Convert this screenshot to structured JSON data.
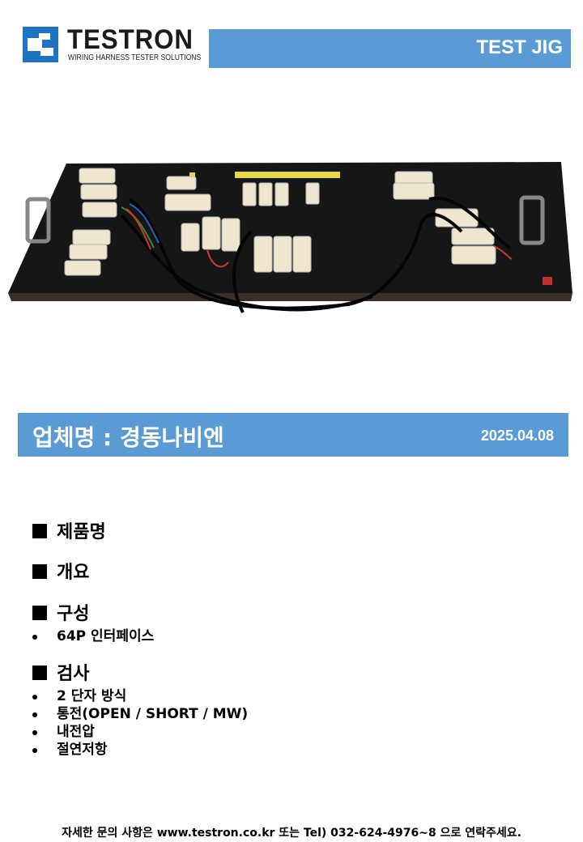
{
  "header": {
    "logo_name": "TESTRON",
    "logo_tagline": "WIRING HARNESS TESTER SOLUTIONS",
    "banner_title": "TEST JIG"
  },
  "company_bar": {
    "company": "업체명 : 경동나비엔",
    "date": "2025.04.08"
  },
  "sections": {
    "product": {
      "heading": "제품명"
    },
    "overview": {
      "heading": "개요"
    },
    "composition": {
      "heading": "구성",
      "items": [
        "64P 인터페이스"
      ]
    },
    "inspection": {
      "heading": "검사",
      "items": [
        "2 단자 방식",
        "통전(OPEN / SHORT / MW)",
        "내전압",
        "절연저항"
      ]
    }
  },
  "footer": {
    "text": "자세한 문의 사항은 www.testron.co.kr 또는 Tel) 032-624-4976~8 으로 연락주세요."
  },
  "colors": {
    "banner": "#5b9bd5",
    "logo_blue": "#1f73c4",
    "board": "#161616"
  },
  "icons": [
    "testron-logo-icon",
    "square-bullet-icon",
    "round-bullet-icon"
  ]
}
